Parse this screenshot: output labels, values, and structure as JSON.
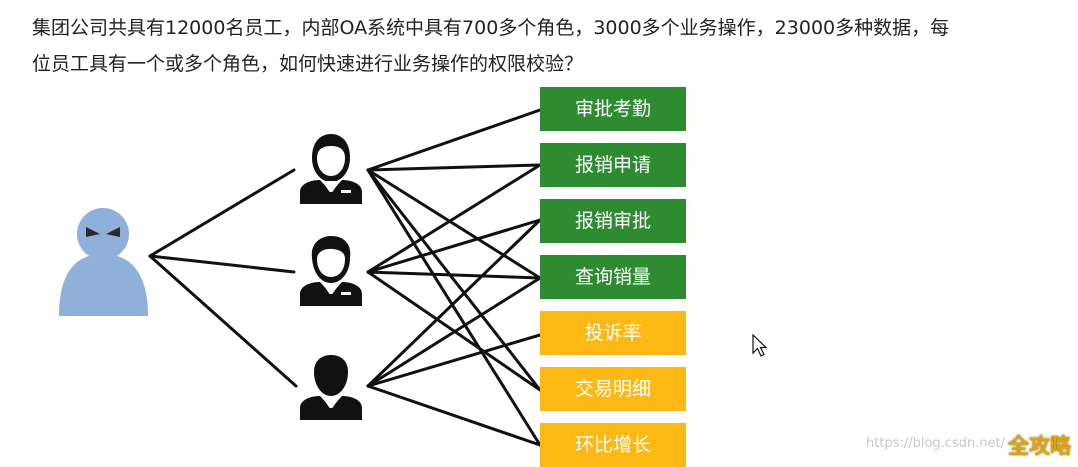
{
  "question": {
    "line1": "集团公司共具有12000名员工，内部OA系统中具有700多个角色，3000多个业务操作，23000多种数据，每",
    "line2": "位员工具有一个或多个角色，如何快速进行业务操作的权限校验？"
  },
  "permissions": [
    {
      "label": "审批考勤",
      "color": "#2e8b32"
    },
    {
      "label": "报销申请",
      "color": "#2e8b32"
    },
    {
      "label": "报销审批",
      "color": "#2e8b32"
    },
    {
      "label": "查询销量",
      "color": "#2e8b32"
    },
    {
      "label": "投诉率",
      "color": "#fdb813"
    },
    {
      "label": "交易明细",
      "color": "#fdb813"
    },
    {
      "label": "环比增长",
      "color": "#fdb813"
    }
  ],
  "user_icon_color": "#8fb0d8",
  "watermark": {
    "url": "https://blog.csdn.net/",
    "brand": "全攻略"
  }
}
